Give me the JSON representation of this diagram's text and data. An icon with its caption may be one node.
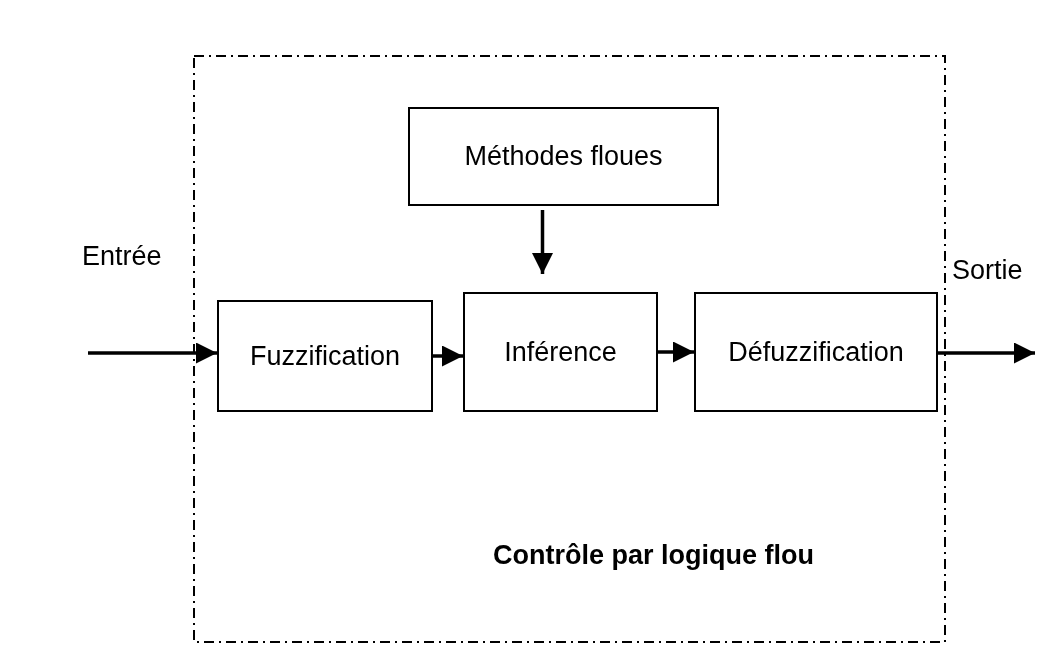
{
  "diagram": {
    "nodes": [
      {
        "text": [
          "Contrôle par logique flou"
        ]
      },
      {
        "text": [
          "Méthodes floues"
        ],
        "in": 0
      },
      {
        "text": [
          "Fuzzification"
        ],
        "in": 0
      },
      {
        "text": [
          "Inférence"
        ],
        "in": 0
      },
      {
        "text": [
          "Défuzzification"
        ],
        "in": 0
      }
    ],
    "edges": [
      {
        "from": null,
        "to": 2,
        "arrow": "to",
        "label": "Entrée"
      },
      {
        "from": 1,
        "to": 3,
        "arrow": "to"
      },
      {
        "from": 2,
        "to": 3,
        "arrow": "to"
      },
      {
        "from": 3,
        "to": 4,
        "arrow": "to"
      },
      {
        "from": 4,
        "to": null,
        "arrow": "to",
        "label": "Sortie"
      }
    ]
  }
}
